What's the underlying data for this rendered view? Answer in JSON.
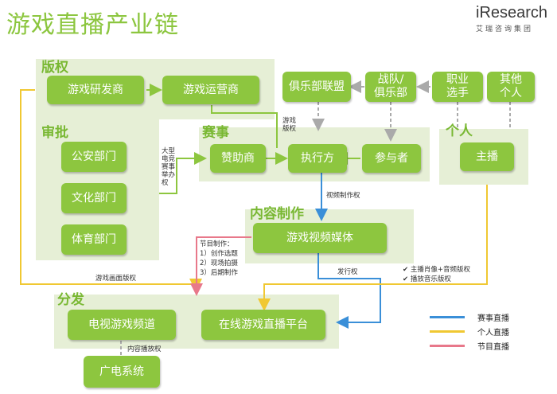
{
  "title": "游戏直播产业链",
  "logo": {
    "main": "iResearch",
    "sub": "艾瑞咨询集团"
  },
  "sections": {
    "copyright": "版权",
    "approval": "审批",
    "event": "赛事",
    "content": "内容制作",
    "individual": "个人",
    "distribution": "分发"
  },
  "boxes": {
    "game_dev": "游戏研发商",
    "game_ops": "游戏运营商",
    "public_security": "公安部门",
    "culture": "文化部门",
    "sports": "体育部门",
    "club_league": "俱乐部联盟",
    "team_club": "战队/\n俱乐部",
    "pro_player": "职业\n选手",
    "other_person": "其他\n个人",
    "sponsor": "赞助商",
    "executor": "执行方",
    "participant": "参与者",
    "anchor": "主播",
    "video_media": "游戏视频媒体",
    "tv_channel": "电视游戏频道",
    "online_platform": "在线游戏直播平台",
    "broadcast_system": "广电系统"
  },
  "labels": {
    "game_copyright": "游戏\n版权",
    "large_esports": "大型\n电竞\n赛事\n举办\n权",
    "video_rights": "视频制作权",
    "program_production": "节目制作：\n1）创作选题\n2）现场拍摄\n3）后期制作",
    "screen_copyright": "游戏画面版权",
    "release_rights": "发行权",
    "anchor_rights": "✔ 主播肖像+音频版权\n✔ 播放音乐版权",
    "broadcast_rights": "内容播放权"
  },
  "legend": [
    {
      "label": "赛事直播",
      "color": "#3a8fd8"
    },
    {
      "label": "个人直播",
      "color": "#f0c832"
    },
    {
      "label": "节目直播",
      "color": "#e8788a"
    }
  ]
}
